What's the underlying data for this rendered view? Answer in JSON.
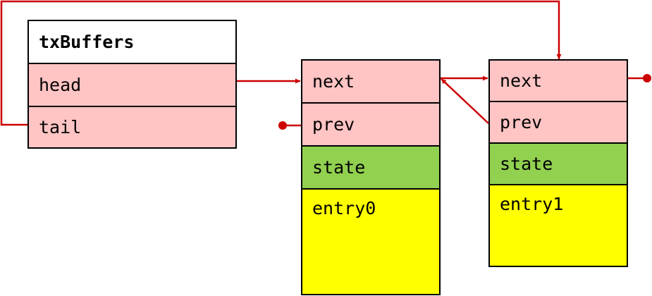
{
  "colors": {
    "pointer": "#ff0000",
    "pointer_field": "#ffc4c4",
    "state_field": "#92d050",
    "entry_field": "#ffff00",
    "header_field": "#ffffff",
    "arrow": "#cc0000"
  },
  "tx_buffers": {
    "title": "txBuffers",
    "head": "head",
    "tail": "tail"
  },
  "node0": {
    "next": "next",
    "prev": "prev",
    "state": "state",
    "entry": "entry0"
  },
  "node1": {
    "next": "next",
    "prev": "prev",
    "state": "state",
    "entry": "entry1"
  }
}
